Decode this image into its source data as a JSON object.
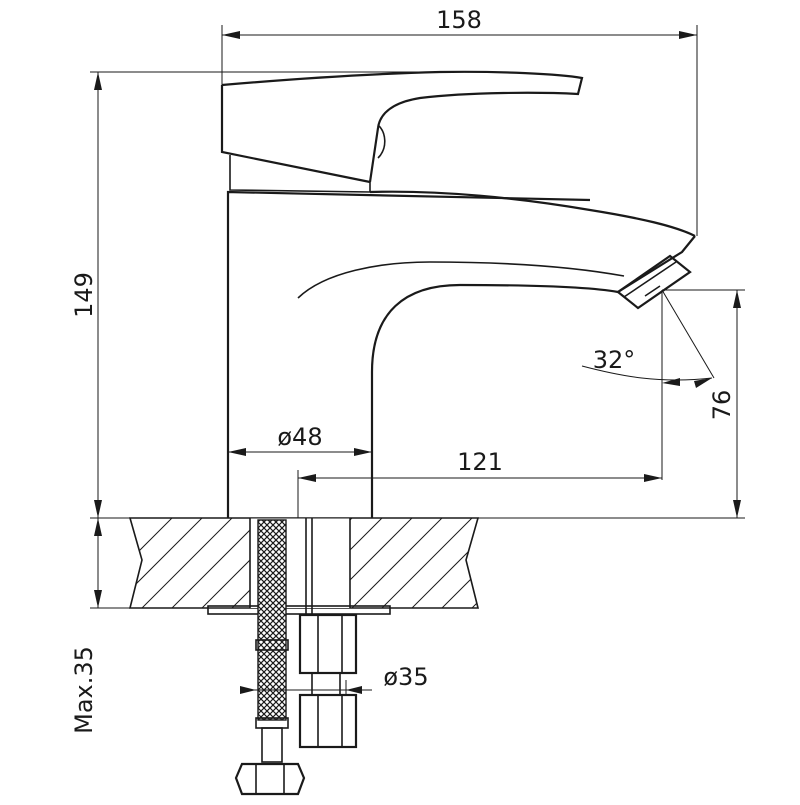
{
  "dimensions": {
    "total_width": "158",
    "total_height": "149",
    "body_diameter": "ø48",
    "spout_reach": "121",
    "spout_height": "76",
    "spout_angle": "32°",
    "hose_diameter": "ø35",
    "max_countertop": "Max.35"
  },
  "colors": {
    "line": "#1a1a1a",
    "background": "#ffffff"
  }
}
